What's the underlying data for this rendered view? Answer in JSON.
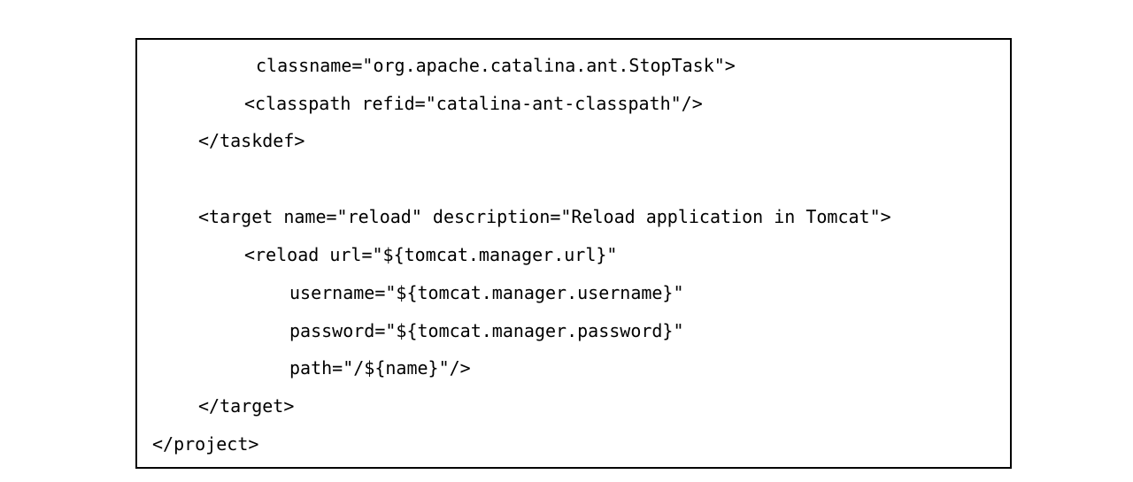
{
  "document": {
    "lines": [
      {
        "text": "classname=\"org.apache.catalina.ant.StopTask\">"
      },
      {
        "text": "<classpath refid=\"catalina-ant-classpath\"/>"
      },
      {
        "text": "</taskdef>"
      },
      {
        "text": ""
      },
      {
        "text": "<target name=\"reload\" description=\"Reload application in Tomcat\">"
      },
      {
        "text": "<reload url=\"${tomcat.manager.url}\""
      },
      {
        "text": "username=\"${tomcat.manager.username}\""
      },
      {
        "text": "password=\"${tomcat.manager.password}\""
      },
      {
        "text": "path=\"/${name}\"/>"
      },
      {
        "text": "</target>"
      },
      {
        "text": "</project>"
      }
    ]
  }
}
